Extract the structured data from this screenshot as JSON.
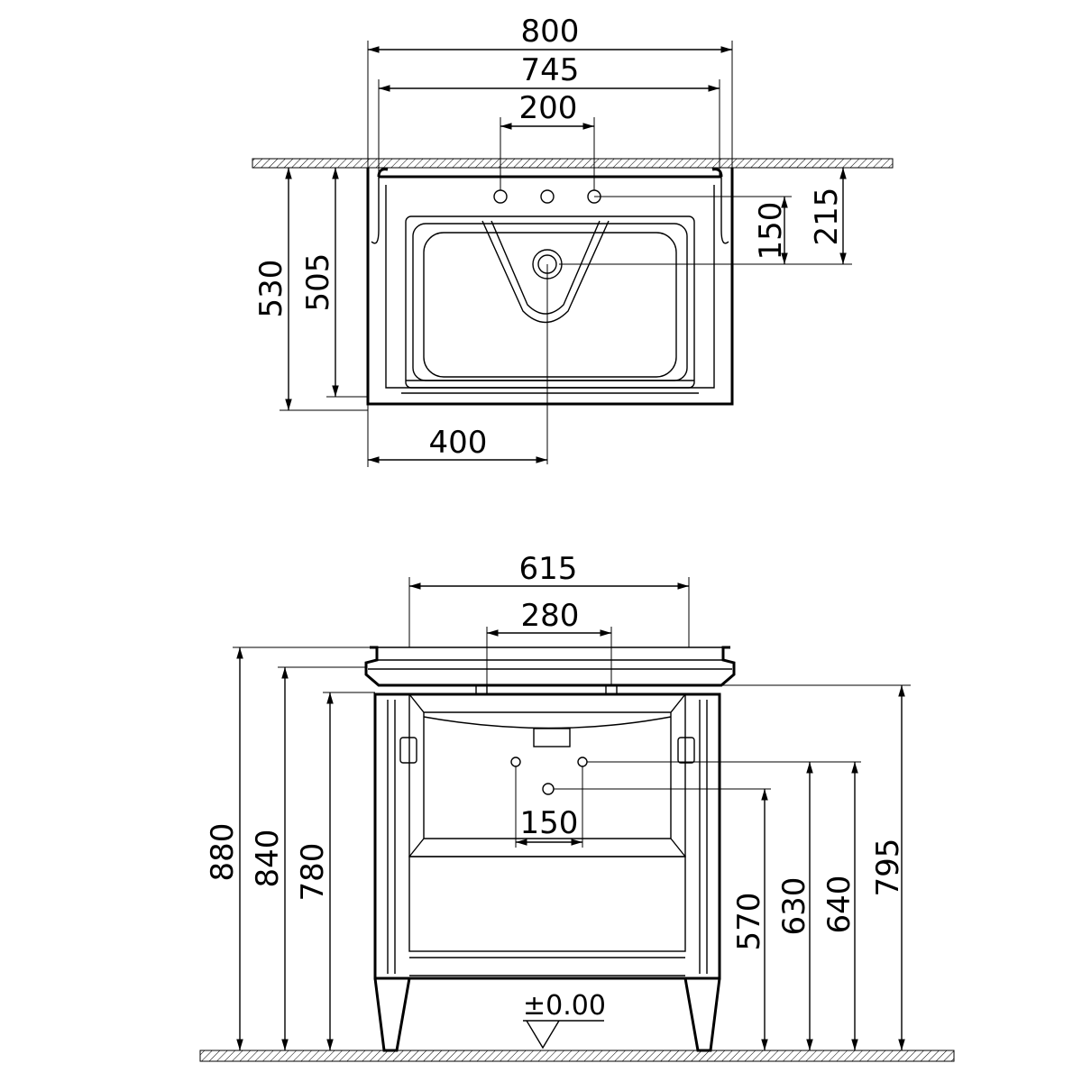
{
  "top_view": {
    "dims": {
      "overall_width": "800",
      "inner_width": "745",
      "tap_spacing": "200",
      "overall_depth": "530",
      "inner_depth": "505",
      "tap_to_waste": "150",
      "wall_to_taps": "215",
      "wall_to_center": "400"
    }
  },
  "front_view": {
    "dims": {
      "basin_width": "615",
      "bracket_spacing": "280",
      "pipe_spacing": "150",
      "total_height": "880",
      "rim_height": "840",
      "cabinet_height": "780",
      "waste_height": "570",
      "pipe_height": "630",
      "tap_pipe_height": "640",
      "bracket_height": "795",
      "floor_level": "±0.00"
    }
  }
}
